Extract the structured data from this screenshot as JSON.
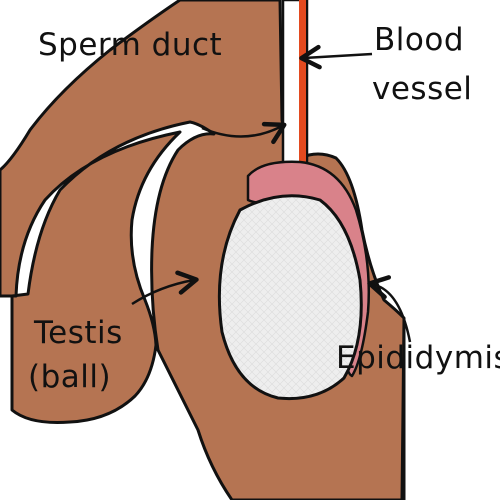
{
  "labels": {
    "sperm_duct": "Sperm duct",
    "blood_vessel_line1": "Blood",
    "blood_vessel_line2": "vessel",
    "testis_line1": "Testis",
    "testis_line2": "(ball)",
    "epididymis": "Epididymis"
  },
  "colors": {
    "skin": "#b57452",
    "outline": "#111111",
    "testis_fill": "#eeeeee",
    "epididymis_fill": "#d9828a",
    "blood_vessel": "#e34a1f",
    "background": "#ffffff"
  },
  "icons": {
    "arrow": "arrow-icon"
  }
}
